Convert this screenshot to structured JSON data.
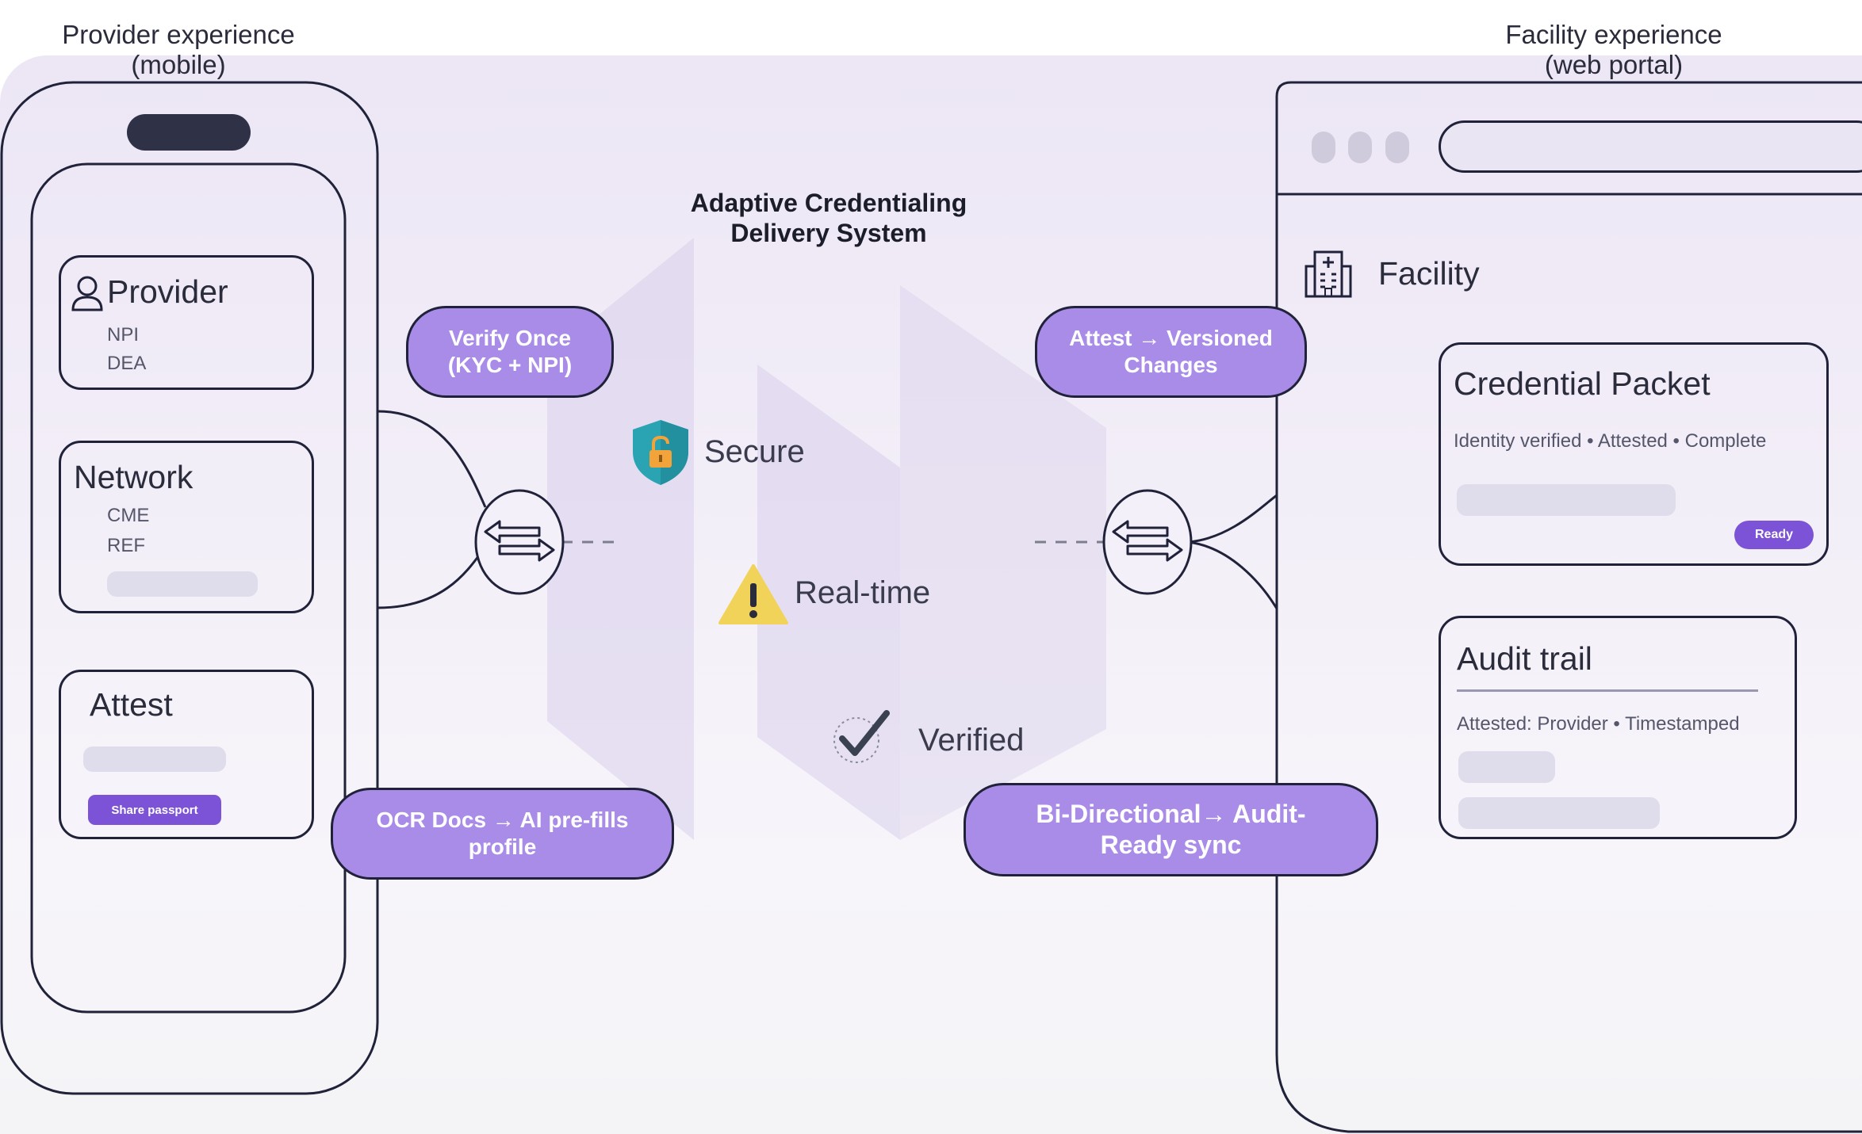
{
  "headers": {
    "provider_line1": "Provider experience",
    "provider_line2": "(mobile)",
    "facility_line1": "Facility experience",
    "facility_line2": "(web portal)"
  },
  "title": {
    "line1": "Adaptive Credentialing",
    "line2": "Delivery System"
  },
  "provider_card": {
    "title": "Provider",
    "fields": [
      "NPI",
      "DEA"
    ]
  },
  "network_card": {
    "title": "Network",
    "fields": [
      "CME",
      "REF"
    ]
  },
  "attest_card": {
    "title": "Attest",
    "button": "Share passport"
  },
  "pills": {
    "verify": {
      "line1": "Verify Once",
      "line2": "(KYC + NPI)"
    },
    "ocr": {
      "line1": "OCR Docs → AI pre-fills",
      "line2": "profile"
    },
    "attest": {
      "line1": "Attest → Versioned",
      "line2": "Changes"
    },
    "bidirectional": {
      "line1": "Bi-Directional→ Audit-",
      "line2": "Ready sync"
    }
  },
  "features": {
    "secure": "Secure",
    "realtime": "Real-time",
    "verified": "Verified"
  },
  "facility": {
    "label": "Facility",
    "credential_packet": {
      "title": "Credential Packet",
      "status_line": "Identity verified • Attested • Complete",
      "badge": "Ready"
    },
    "audit_trail": {
      "title": "Audit trail",
      "line": "Attested: Provider • Timestamped"
    }
  },
  "icons": {
    "user": "user-icon",
    "hospital": "hospital-icon",
    "shield": "shield-lock-icon",
    "warning": "warning-icon",
    "check": "check-icon",
    "exchange": "exchange-arrows-icon"
  },
  "colors": {
    "accent": "#a98be8",
    "button": "#7c53d6",
    "outline": "#20223a",
    "shield": "#2aa3b3",
    "warning": "#f1d35a"
  }
}
